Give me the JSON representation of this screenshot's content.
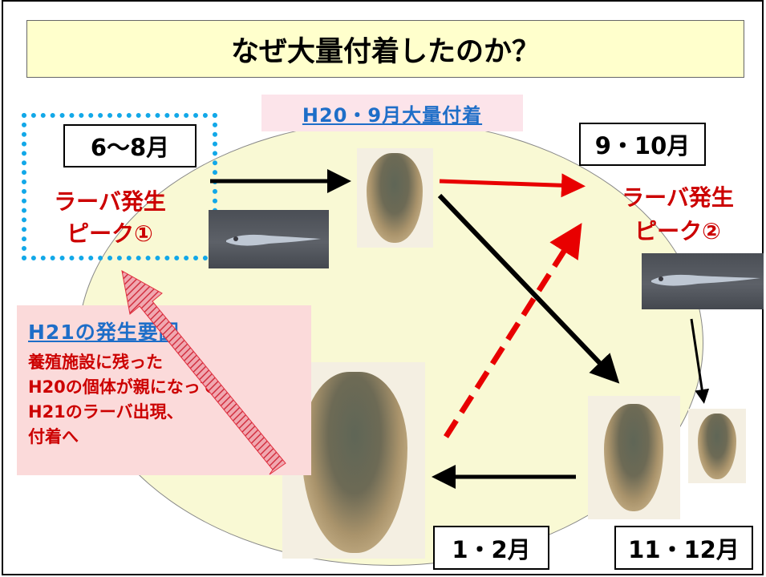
{
  "title": "なぜ大量付着したのか？",
  "months": {
    "jun_aug": "6～8月",
    "sep_oct": "9・10月",
    "nov_dec": "11・12月",
    "jan_feb": "1・2月"
  },
  "peak1": {
    "line1": "ラーバ発生",
    "line2": "ピーク①"
  },
  "peak2": {
    "line1": "ラーバ発生",
    "line2": "ピーク②"
  },
  "h20_label": "H20・9月大量付着",
  "note": {
    "heading": "H21の発生要因",
    "lines": [
      "養殖施設に残った",
      "H20の個体が親になって",
      "H21のラーバ出現、",
      "付着へ"
    ]
  },
  "colors": {
    "title_bg": "#ffffcc",
    "ellipse": "#f9f9d4",
    "red": "#cc0000",
    "blue": "#1e6ec8",
    "dotted": "#12a8e8",
    "note_bg": "#fbdada"
  }
}
